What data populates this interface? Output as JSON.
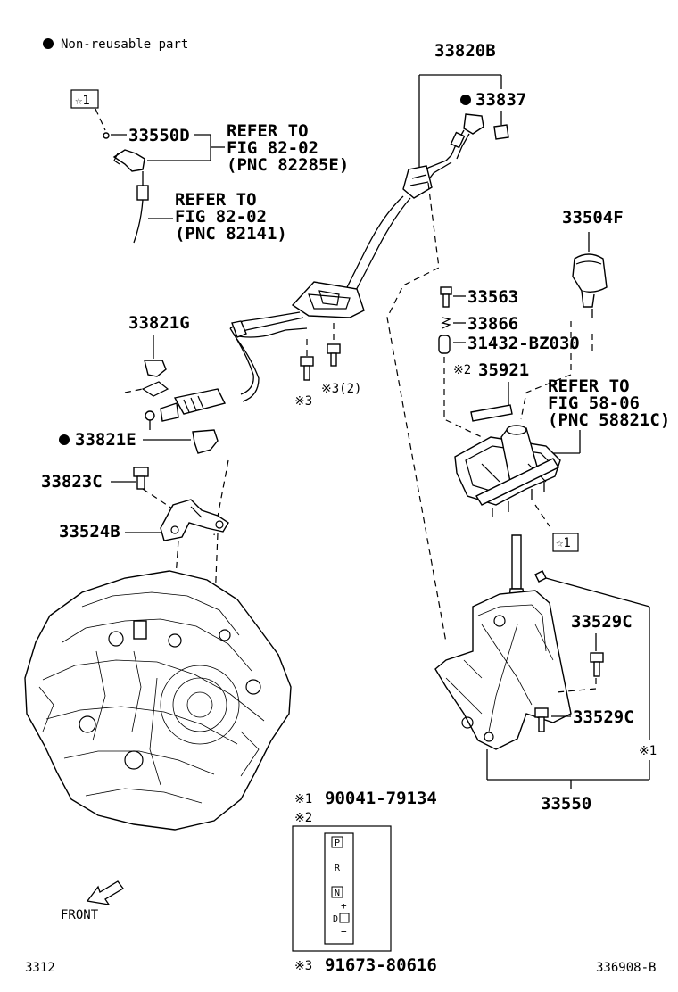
{
  "legend": {
    "non_reusable": "Non-reusable part"
  },
  "star_ref": "☆1",
  "parts": {
    "p33820B": "33820B",
    "p33837": "33837",
    "p33550D": "33550D",
    "p33504F": "33504F",
    "p33563": "33563",
    "p33866": "33866",
    "p31432": "31432-BZ030",
    "p35921": "35921",
    "p33821G": "33821G",
    "p33821E": "33821E",
    "p33823C": "33823C",
    "p33524B": "33524B",
    "p33529C_a": "33529C",
    "p33529C_b": "33529C",
    "p33550": "33550"
  },
  "refs": {
    "r1": [
      "REFER TO",
      "FIG 82-02",
      "(PNC 82285E)"
    ],
    "r2": [
      "REFER TO",
      "FIG 82-02",
      "(PNC 82141)"
    ],
    "r3": [
      "REFER TO",
      "FIG 58-06",
      "(PNC 58821C)"
    ]
  },
  "notes": {
    "n3": "※3",
    "n3x2": "※3(2)",
    "n2": "※2",
    "n1": "※1"
  },
  "footnotes": {
    "f1_mark": "※1",
    "f1_code": "90041-79134",
    "f2_mark": "※2",
    "f3_mark": "※3",
    "f3_code": "91673-80616"
  },
  "indicator": {
    "p": "P",
    "r": "R",
    "n": "N",
    "d": "D",
    "plus": "+",
    "minus": "−"
  },
  "front": "FRONT",
  "page_left": "3312",
  "page_right": "336908-B"
}
